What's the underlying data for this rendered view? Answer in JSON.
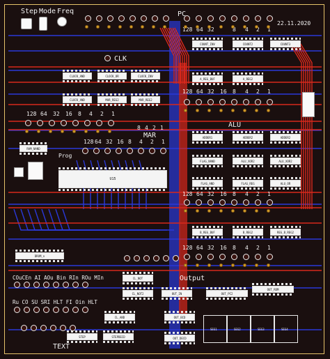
{
  "board": {
    "date": "22.11.2020",
    "clock_labels": [
      "Step",
      "Mode",
      "Freq"
    ],
    "clk_label": "CLK",
    "pc_label": "PC",
    "alu_label": "ALU",
    "mar_label": "MAR",
    "prog_label": "Prog",
    "output_label": "Output",
    "text_label": "TEXT",
    "u15_label": "U15",
    "bit_weights_pc": [
      "128",
      "64",
      "32",
      "8",
      "4",
      "2",
      "1"
    ],
    "bit_weights_ram": [
      "128",
      "64",
      "32",
      "16",
      "8",
      "4",
      "2",
      "1"
    ],
    "bit_weights_mar": [
      "8",
      "4",
      "2",
      "1"
    ],
    "control_row_1": "COuCEn AI AOu Bin RIn ROu MIn",
    "control_row_2": "Ru CO SU SRI HLT FI Oin HLT",
    "chips": {
      "clock_1": "CLOCK_AND",
      "clock_2": "CLOCK_OR",
      "clock_3": "CLOCK_INV",
      "clock_4": "CLOCK_AND",
      "counter_1": "COUNT_INV",
      "counter_2": "COUNT2",
      "counter_3": "COUNT3",
      "mar_reg": "MAR_REG2",
      "mar_reg2": "MAR_REG2",
      "a_reg_buf": "A_REG_BUF",
      "a_reg": "A_REG2",
      "alu_adder": "ADDER1",
      "alu_adder2": "ADDER2",
      "flag_nand": "FLAG_NAND",
      "alu_xor": "ALU_XOR2",
      "alu_xor2": "ALU_XOR2",
      "flag_and": "FLAG_AND",
      "flag_reg": "FLAG_REG",
      "alu_or": "ALU_OR",
      "b_reg_buf": "B_REG_BUF",
      "b_reg2": "B_REG2",
      "reg_b2": "REG_B_REG2",
      "ram_nand": "RAM_NAND",
      "prog_dip": "Prog",
      "ctrl_c": "CL_NOT2",
      "ctrl_out": "OUT_IN",
      "ctrl_or": "CL_AND",
      "ctrl_out2": "OUT_PC2",
      "ctrl_out3": "OUT_ROM",
      "ctrl_not": "CL_NOT",
      "ctrl_and": "CL_AND",
      "out_bcd": "OUT_BCD",
      "out_decd": "OUT_DECD",
      "step": "STEP",
      "step_decd": "STEPDECD",
      "seg1": "SEG1",
      "seg2": "SEG2",
      "seg3": "SEG3",
      "seg4": "SEG4",
      "drom": "DROM_n"
    }
  }
}
